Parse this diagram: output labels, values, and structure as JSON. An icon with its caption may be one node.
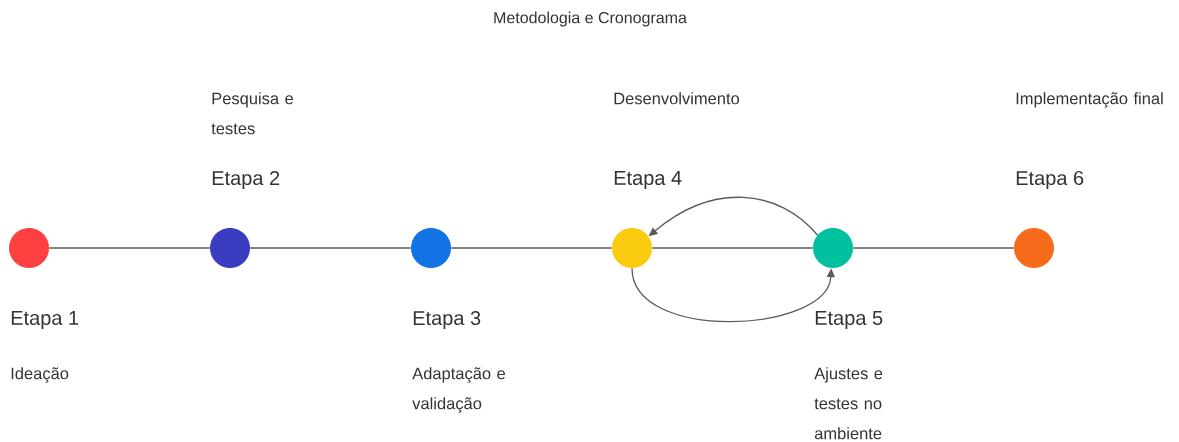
{
  "diagram": {
    "title": "Metodologia e Cronograma",
    "nodes": [
      {
        "text": [],
        "shape": "circle",
        "beside": [
          "Etapa 1",
          "Ideação"
        ]
      },
      {
        "text": [],
        "shape": "circle",
        "beside": [
          "Etapa 2",
          "Pesquisa e testes"
        ]
      },
      {
        "text": [],
        "shape": "circle",
        "beside": [
          "Etapa 3",
          "Adaptação e validação"
        ]
      },
      {
        "text": [],
        "shape": "circle",
        "beside": [
          "Etapa 4",
          "Desenvolvimento"
        ]
      },
      {
        "text": [],
        "shape": "circle",
        "beside": [
          "Etapa 5",
          "Ajustes e testes no ambiente"
        ]
      },
      {
        "text": [],
        "shape": "circle",
        "beside": [
          "Etapa 6",
          "Implementação final"
        ]
      }
    ],
    "edges": [
      {
        "from": 0,
        "to": 1,
        "arrow": "none"
      },
      {
        "from": 1,
        "to": 2,
        "arrow": "none"
      },
      {
        "from": 2,
        "to": 3,
        "arrow": "none"
      },
      {
        "from": 3,
        "to": 4,
        "arrow": "none"
      },
      {
        "from": 4,
        "to": 5,
        "arrow": "none"
      },
      {
        "from": 4,
        "to": 3,
        "arrow": "to"
      },
      {
        "from": 3,
        "to": 4,
        "arrow": "to"
      }
    ]
  }
}
